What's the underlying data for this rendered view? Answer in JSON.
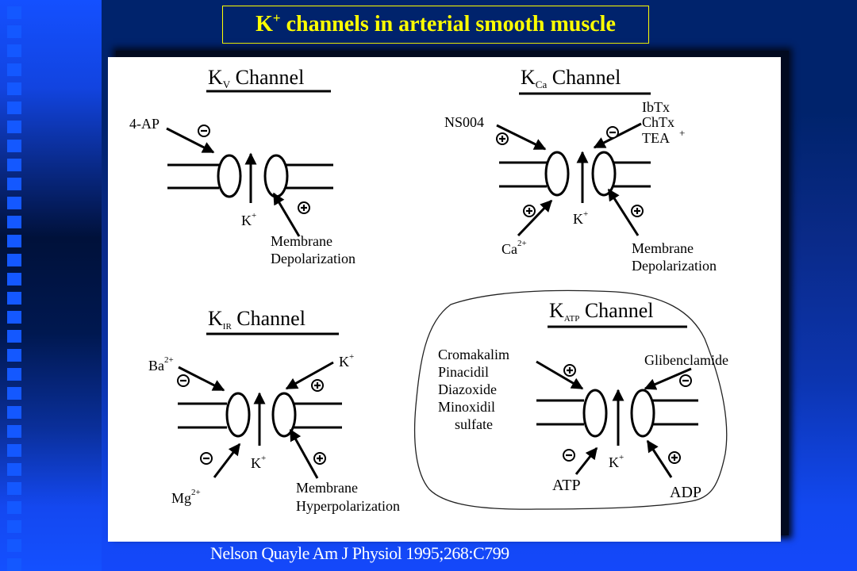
{
  "slide": {
    "title_main": "K",
    "title_sup": "+",
    "title_rest": " channels in arterial smooth muscle",
    "citation": "Nelson Quayle Am J Physiol 1995;268:C799",
    "colors": {
      "title_yellow": "#ffff00",
      "background_navy": "#00236c",
      "accent_blue": "#1450ff",
      "panel_white": "#ffffff"
    }
  },
  "diagram": {
    "flow_ion": "K",
    "flow_ion_charge": "+",
    "channels": [
      {
        "id": "kv",
        "title_k": "K",
        "title_sub": "V",
        "title_rest": " Channel",
        "modulators": [
          {
            "label": "4-AP",
            "effect": "−",
            "effect_icon": "minus-circle-icon"
          },
          {
            "label_line1": "Membrane",
            "label_line2": "Depolarization",
            "effect": "+",
            "effect_icon": "plus-circle-icon"
          }
        ]
      },
      {
        "id": "kca",
        "title_k": "K",
        "title_sub": "Ca",
        "title_rest": " Channel",
        "modulators": [
          {
            "label": "NS004",
            "effect": "+",
            "effect_icon": "plus-circle-icon"
          },
          {
            "labels": [
              "IbTx",
              "ChTx",
              "TEA"
            ],
            "extra_mark": "+",
            "effect": "−",
            "effect_icon": "minus-circle-icon"
          },
          {
            "label": "Ca",
            "label_sup": "2+",
            "effect": "+",
            "effect_icon": "plus-circle-icon"
          },
          {
            "label_line1": "Membrane",
            "label_line2": "Depolarization",
            "effect": "+",
            "effect_icon": "plus-circle-icon"
          }
        ]
      },
      {
        "id": "kir",
        "title_k": "K",
        "title_sub": "IR",
        "title_rest": " Channel",
        "modulators": [
          {
            "label": "Ba",
            "label_sup": "2+",
            "effect": "−",
            "effect_icon": "minus-circle-icon"
          },
          {
            "label": "K",
            "label_sup": "+",
            "effect": "+",
            "effect_icon": "plus-circle-icon"
          },
          {
            "label": "Mg",
            "label_sup": "2+",
            "effect": "−",
            "effect_icon": "minus-circle-icon"
          },
          {
            "label_line1": "Membrane",
            "label_line2": "Hyperpolarization",
            "effect": "+",
            "effect_icon": "plus-circle-icon"
          }
        ]
      },
      {
        "id": "katp",
        "title_k": "K",
        "title_sub": "ATP",
        "title_rest": " Channel",
        "highlighted": true,
        "modulators": [
          {
            "labels": [
              "Cromakalim",
              "Pinacidil",
              "Diazoxide",
              "Minoxidil",
              "sulfate"
            ],
            "effect": "+",
            "effect_icon": "plus-circle-icon"
          },
          {
            "label": "Glibenclamide",
            "effect": "−",
            "effect_icon": "minus-circle-icon"
          },
          {
            "label": "ATP",
            "effect": "−",
            "effect_icon": "minus-circle-icon"
          },
          {
            "label": "ADP",
            "effect": "+",
            "effect_icon": "plus-circle-icon"
          }
        ]
      }
    ]
  }
}
